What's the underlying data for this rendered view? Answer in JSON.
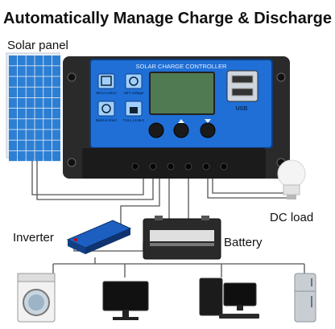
{
  "headline": "Automatically Manage Charge & Discharge",
  "labels": {
    "solar_panel": "Solar panel",
    "dc_load": "DC load",
    "inverter": "Inverter",
    "battery": "Battery"
  },
  "controller": {
    "title": "SOLAR CHARGE CONTROLLER",
    "icon_labels": [
      "MCU control",
      "SET voltage",
      "Build-in timer",
      "FULL protect"
    ],
    "usb_label": "USB"
  },
  "colors": {
    "controller_blue": "#1f6fd6",
    "lcd_green": "#4f7a52",
    "wire": "#555555",
    "panel_blue": "#2d7fd4"
  },
  "appliances": [
    "washing-machine",
    "monitor",
    "desktop-computer",
    "refrigerator"
  ]
}
